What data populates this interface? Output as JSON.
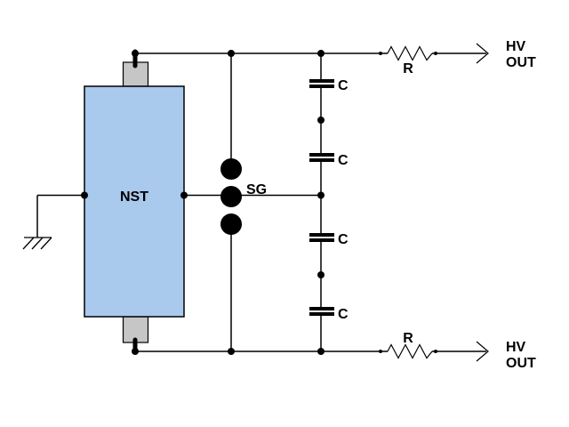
{
  "diagram": {
    "type": "circuit-schematic",
    "colors": {
      "background": "#FFFFFF",
      "wire": "#000000",
      "transformer_fill": "#A9C9ED",
      "transformer_stroke": "#000000",
      "terminal_fill": "#C6C6C6",
      "terminal_stroke": "#000000",
      "electrode_fill": "#000000"
    },
    "transformer": {
      "label": "NST"
    },
    "spark_gap": {
      "label": "SG",
      "electrode_count": 3
    },
    "capacitors": [
      {
        "label": "C"
      },
      {
        "label": "C"
      },
      {
        "label": "C"
      },
      {
        "label": "C"
      }
    ],
    "resistors": [
      {
        "label": "R"
      },
      {
        "label": "R"
      }
    ],
    "outputs": [
      {
        "line1": "HV",
        "line2": "OUT"
      },
      {
        "line1": "HV",
        "line2": "OUT"
      }
    ]
  }
}
